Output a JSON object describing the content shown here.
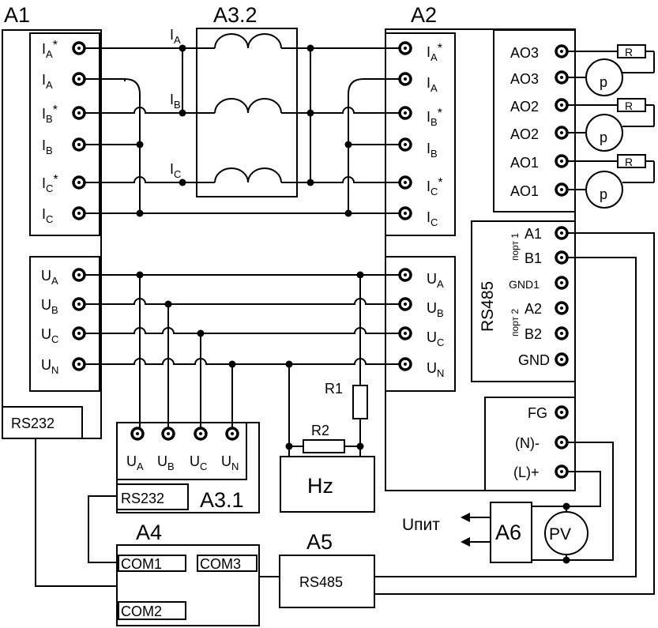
{
  "blocks": {
    "a1": "A1",
    "a2": "A2",
    "a3_1": "A3.1",
    "a3_2": "A3.2",
    "a4": "A4",
    "a5": "A5",
    "a6": "A6"
  },
  "a1_current": [
    {
      "main": "I",
      "sub": "A",
      "sup": "*"
    },
    {
      "main": "I",
      "sub": "A",
      "sup": ""
    },
    {
      "main": "I",
      "sub": "B",
      "sup": "*"
    },
    {
      "main": "I",
      "sub": "B",
      "sup": ""
    },
    {
      "main": "I",
      "sub": "C",
      "sup": "*"
    },
    {
      "main": "I",
      "sub": "C",
      "sup": ""
    }
  ],
  "a1_voltage": [
    {
      "main": "U",
      "sub": "A"
    },
    {
      "main": "U",
      "sub": "B"
    },
    {
      "main": "U",
      "sub": "C"
    },
    {
      "main": "U",
      "sub": "N"
    }
  ],
  "a1_rs232": "RS232",
  "a2_current": [
    {
      "main": "I",
      "sub": "A",
      "sup": "*"
    },
    {
      "main": "I",
      "sub": "A",
      "sup": ""
    },
    {
      "main": "I",
      "sub": "B",
      "sup": "*"
    },
    {
      "main": "I",
      "sub": "B",
      "sup": ""
    },
    {
      "main": "I",
      "sub": "C",
      "sup": "*"
    },
    {
      "main": "I",
      "sub": "C",
      "sup": ""
    }
  ],
  "a2_voltage": [
    {
      "main": "U",
      "sub": "A"
    },
    {
      "main": "U",
      "sub": "B"
    },
    {
      "main": "U",
      "sub": "C"
    },
    {
      "main": "U",
      "sub": "N"
    }
  ],
  "a2_analog": [
    "AO3",
    "AO3",
    "AO2",
    "AO2",
    "AO1",
    "AO1"
  ],
  "resistor_r": "R",
  "meter_p": "p",
  "rs485_block": {
    "title": "RS485",
    "port1": "порт 1",
    "port2": "порт 2",
    "pins": [
      "A1",
      "B1",
      "GND1",
      "A2",
      "B2",
      "GND"
    ]
  },
  "power_pins": [
    "FG",
    "(N)-",
    "(L)+"
  ],
  "phase_labels": [
    {
      "main": "I",
      "sub": "A"
    },
    {
      "main": "I",
      "sub": "B"
    },
    {
      "main": "I",
      "sub": "C"
    }
  ],
  "a3_1_terminals": [
    {
      "main": "U",
      "sub": "A"
    },
    {
      "main": "U",
      "sub": "B"
    },
    {
      "main": "U",
      "sub": "C"
    },
    {
      "main": "U",
      "sub": "N"
    }
  ],
  "a3_1_rs232": "RS232",
  "r1": "R1",
  "r2": "R2",
  "hz": "Hz",
  "a4_ports": [
    "COM1",
    "COM3",
    "COM2"
  ],
  "a5_label": "RS485",
  "pv": "PV",
  "supply": "Uпит"
}
